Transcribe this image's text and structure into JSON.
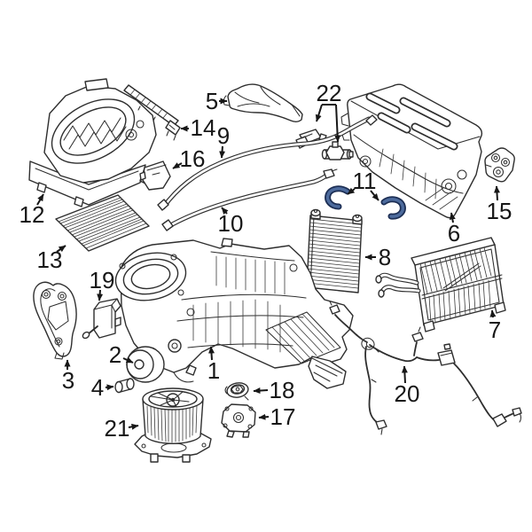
{
  "diagram": {
    "background_color": "#ffffff",
    "line_color": "#2e2e2e",
    "label_color": "#171717",
    "highlighted_part": {
      "number": "11",
      "fill_color": "#4d6b9d",
      "outline_color": "#1d2f55"
    },
    "callouts": {
      "c1": {
        "number": "1"
      },
      "c2": {
        "number": "2"
      },
      "c3": {
        "number": "3"
      },
      "c4": {
        "number": "4"
      },
      "c5": {
        "number": "5"
      },
      "c6": {
        "number": "6"
      },
      "c7": {
        "number": "7"
      },
      "c8": {
        "number": "8"
      },
      "c9": {
        "number": "9"
      },
      "c10": {
        "number": "10"
      },
      "c11": {
        "number": "11"
      },
      "c12": {
        "number": "12"
      },
      "c13": {
        "number": "13"
      },
      "c14": {
        "number": "14"
      },
      "c15": {
        "number": "15"
      },
      "c16": {
        "number": "16"
      },
      "c17": {
        "number": "17"
      },
      "c18": {
        "number": "18"
      },
      "c19": {
        "number": "19"
      },
      "c20": {
        "number": "20"
      },
      "c21": {
        "number": "21"
      },
      "c22": {
        "number": "22"
      }
    }
  }
}
